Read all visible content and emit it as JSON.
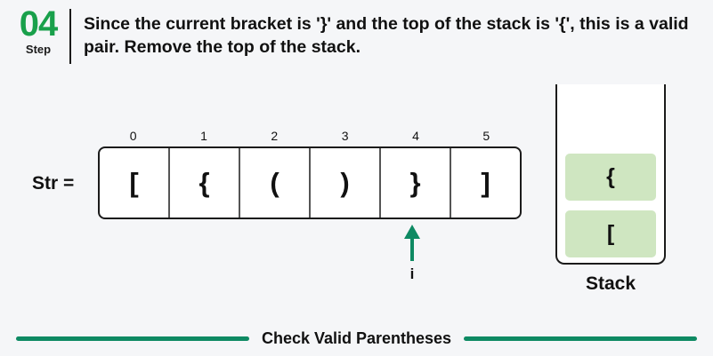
{
  "background_color": "#f5f6f8",
  "accent_green": "#19a04b",
  "rule_green": "#0e8a63",
  "cell_green": "#cfe6c1",
  "header": {
    "step_number": "04",
    "step_word": "Step",
    "instruction": "Since the current bracket is '}' and the top of the stack is '{', this is a valid pair. Remove the top of the stack."
  },
  "array": {
    "label": "Str =",
    "indices": [
      "0",
      "1",
      "2",
      "3",
      "4",
      "5"
    ],
    "cells": [
      "[",
      "{",
      "(",
      ")",
      "}",
      "]"
    ]
  },
  "pointer": {
    "label": "i",
    "index": "4",
    "color": "#0e8a63"
  },
  "stack": {
    "label": "Stack",
    "cells": [
      "{",
      "["
    ]
  },
  "footer": {
    "title": "Check Valid Parentheses"
  }
}
